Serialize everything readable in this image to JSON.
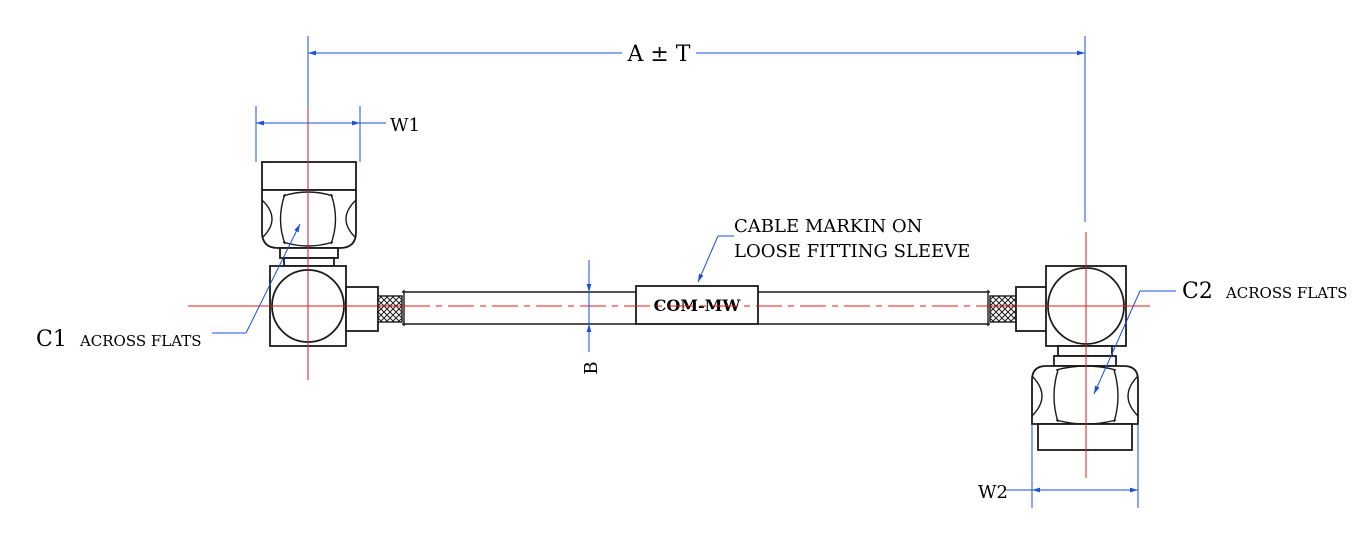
{
  "labels": {
    "overall_length": "A ± T",
    "width_left": "W1",
    "width_right": "W2",
    "cable_diameter": "B",
    "c1_prefix": "C1",
    "c1_suffix": "ACROSS FLATS",
    "c2_prefix": "C2",
    "c2_suffix": "ACROSS FLATS",
    "note_line1": "CABLE MARKIN ON",
    "note_line2": "LOOSE FITTING SLEEVE",
    "sleeve_text": "COM-MW"
  },
  "colors": {
    "outline": "#1a1a1a",
    "centerline": "#e01818",
    "dimension": "#1a4de0"
  }
}
